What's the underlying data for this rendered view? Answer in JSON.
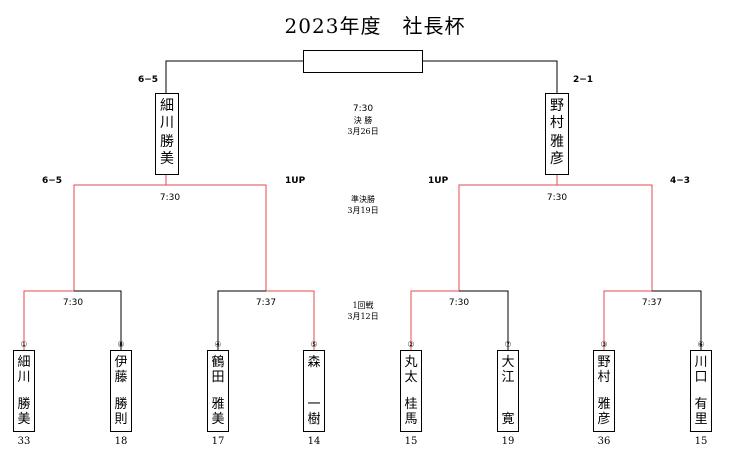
{
  "title": "2023年度　社長杯",
  "colors": {
    "win_line": "#e8474c",
    "line": "#000000"
  },
  "rounds": {
    "final": {
      "time": "7:30",
      "name": "決 勝",
      "date": "3月26日"
    },
    "semi": {
      "name": "準決勝",
      "date": "3月19日"
    },
    "first": {
      "name": "1回戦",
      "date": "3月12日"
    }
  },
  "final_match": {
    "left": {
      "name_top": "細川",
      "name_bottom": "勝美",
      "result": "6−5"
    },
    "right": {
      "name_top": "野村",
      "name_bottom": "雅彦",
      "result": "2−1"
    }
  },
  "semi_matches": [
    {
      "time": "7:30",
      "left_result": "6−5",
      "right_result": "1UP"
    },
    {
      "time": "7:30",
      "left_result": "1UP",
      "right_result": "4−3"
    }
  ],
  "first_matches": [
    {
      "time": "7:30"
    },
    {
      "time": "7:37"
    },
    {
      "time": "7:30"
    },
    {
      "time": "7:37"
    }
  ],
  "players": [
    {
      "seed": "①",
      "name_top": "細川",
      "name_bottom": "勝美",
      "score": "33"
    },
    {
      "seed": "⑧",
      "name_top": "伊藤",
      "name_bottom": "勝則",
      "score": "18"
    },
    {
      "seed": "④",
      "name_top": "鶴田",
      "name_bottom": "雅美",
      "score": "17"
    },
    {
      "seed": "⑤",
      "name_top": "森",
      "name_bottom": "一樹",
      "score": "14"
    },
    {
      "seed": "②",
      "name_top": "丸太",
      "name_bottom": "桂馬",
      "score": "15"
    },
    {
      "seed": "⑦",
      "name_top": "大江",
      "name_bottom": "寛",
      "score": "19"
    },
    {
      "seed": "③",
      "name_top": "野村",
      "name_bottom": "雅彦",
      "score": "36"
    },
    {
      "seed": "⑥",
      "name_top": "川口",
      "name_bottom": "有里",
      "score": "15"
    }
  ]
}
